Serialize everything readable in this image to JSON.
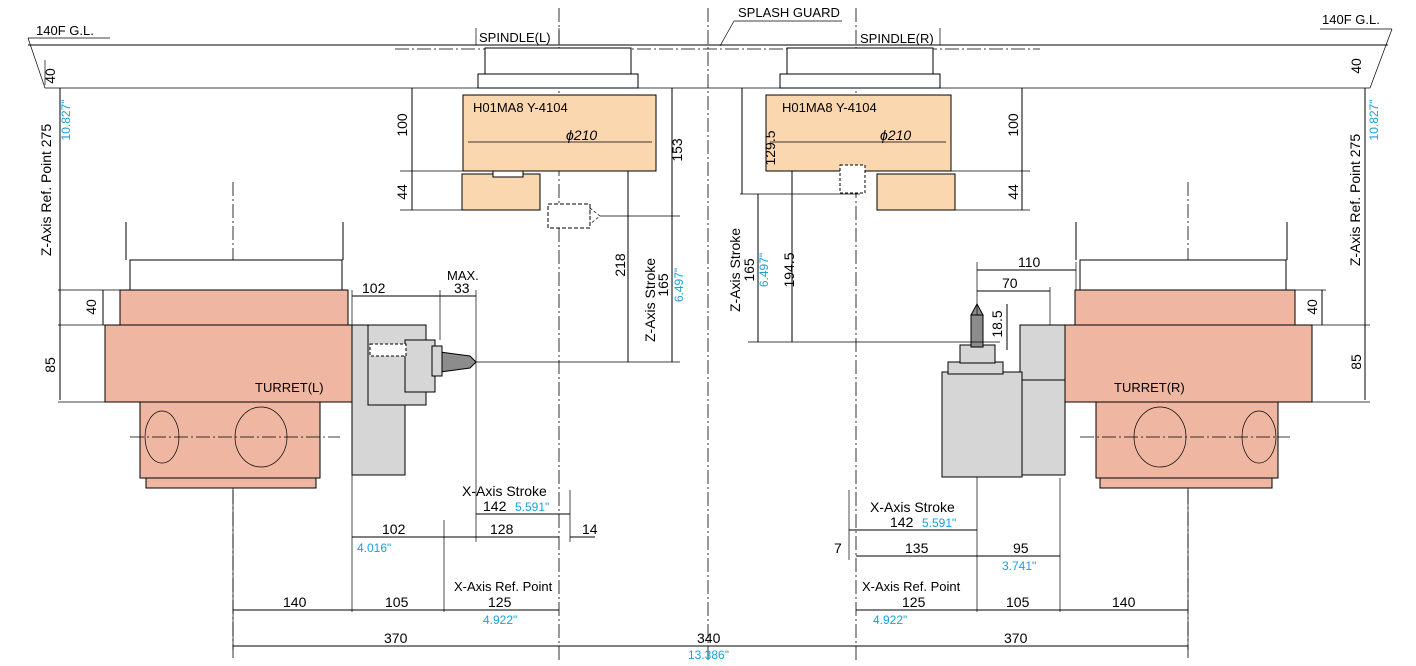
{
  "labels": {
    "ground_line_left": "140F G.L.",
    "ground_line_right": "140F G.L.",
    "splash_guard": "SPLASH GUARD",
    "spindle_left": "SPINDLE(L)",
    "spindle_right": "SPINDLE(R)",
    "chuck_left": "H01MA8 Y-4104",
    "chuck_right": "H01MA8 Y-4104",
    "turret_left": "TURRET(L)",
    "turret_right": "TURRET(R)",
    "z_ref_left": "Z-Axis Ref. Point 275",
    "z_ref_right": "Z-Axis Ref. Point 275",
    "z_stroke_left": "Z-Axis Stroke",
    "z_stroke_right": "Z-Axis Stroke",
    "x_stroke_left": "X-Axis Stroke",
    "x_stroke_right": "X-Axis Stroke",
    "x_ref_left": "X-Axis Ref. Point",
    "x_ref_right": "X-Axis Ref. Point",
    "max": "MAX."
  },
  "dimensions": {
    "d40": "40",
    "d100": "100",
    "d44": "44",
    "d85": "85",
    "d102": "102",
    "d33": "33",
    "phi210": "ϕ210",
    "d153": "153",
    "d218": "218",
    "d165": "165",
    "d129_5": "129.5",
    "d194_5": "194.5",
    "d110": "110",
    "d70": "70",
    "d18_5": "18.5",
    "d142": "142",
    "d128": "128",
    "d14": "14",
    "d7": "7",
    "d135": "135",
    "d95": "95",
    "d140": "140",
    "d105": "105",
    "d125": "125",
    "d370": "370",
    "d340": "340"
  },
  "inches": {
    "i275": "10.827\"",
    "i165": "6.497\"",
    "i142": "5.591\"",
    "i102": "4.016\"",
    "i95": "3.741\"",
    "i125": "4.922\"",
    "i340": "13.386\""
  }
}
